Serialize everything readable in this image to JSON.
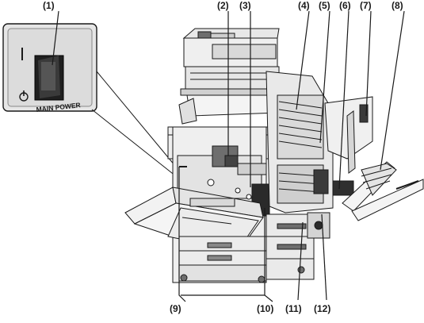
{
  "figure": {
    "type": "parts-identification diagram",
    "subject": "multifunction printer, front view with covers open",
    "inset_switch_label": "MAIN POWER",
    "inset_switch_symbol": "power-symbol-icon",
    "inset_switch_marks": [
      "|",
      "O"
    ]
  },
  "callouts": [
    {
      "id": "1",
      "label": "(1)"
    },
    {
      "id": "2",
      "label": "(2)"
    },
    {
      "id": "3",
      "label": "(3)"
    },
    {
      "id": "4",
      "label": "(4)"
    },
    {
      "id": "5",
      "label": "(5)"
    },
    {
      "id": "6",
      "label": "(6)"
    },
    {
      "id": "7",
      "label": "(7)"
    },
    {
      "id": "8",
      "label": "(8)"
    },
    {
      "id": "9",
      "label": "(9)"
    },
    {
      "id": "10",
      "label": "(10)"
    },
    {
      "id": "11",
      "label": "(11)"
    },
    {
      "id": "12",
      "label": "(12)"
    }
  ],
  "colors": {
    "line": "#1a1a1a",
    "body": "#efefef",
    "shade": "#cfcfcf",
    "dark": "#6e6e6e",
    "inset_bg": "#e6e6e6"
  }
}
